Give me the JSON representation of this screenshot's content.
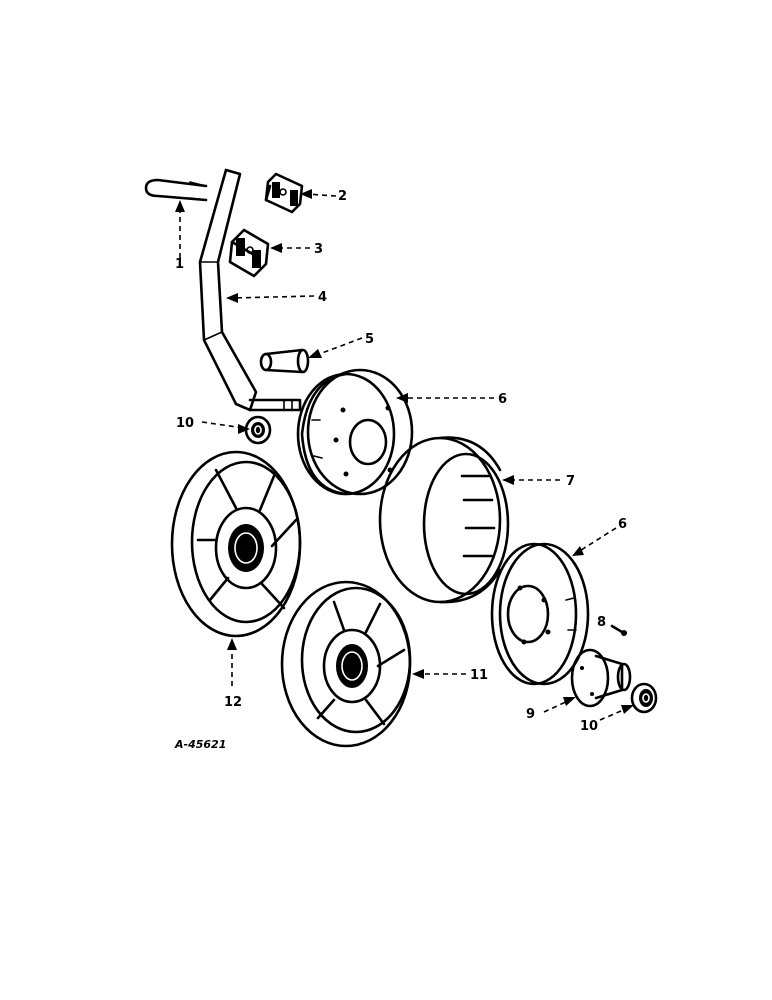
{
  "callouts": {
    "c1": "1",
    "c2": "2",
    "c3": "3",
    "c4": "4",
    "c5": "5",
    "c6a": "6",
    "c7": "7",
    "c6b": "6",
    "c8": "8",
    "c9": "9",
    "c10a": "10",
    "c10b": "10",
    "c11": "11",
    "c12": "12"
  },
  "drawing_number": "A-45621"
}
